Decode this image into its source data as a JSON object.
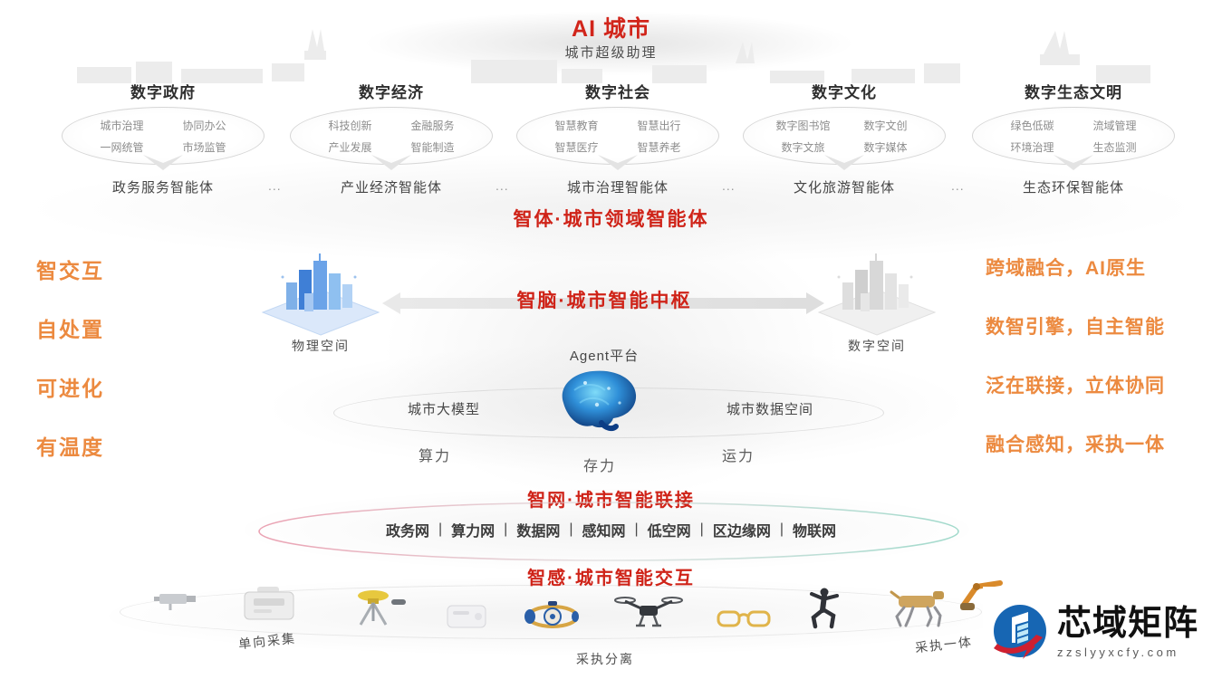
{
  "header": {
    "title": "AI 城市",
    "subtitle": "城市超级助理"
  },
  "domains": [
    {
      "title": "数字政府",
      "items": [
        "城市治理",
        "协同办公",
        "一网统管",
        "市场监管"
      ],
      "agent": "政务服务智能体"
    },
    {
      "title": "数字经济",
      "items": [
        "科技创新",
        "金融服务",
        "产业发展",
        "智能制造"
      ],
      "agent": "产业经济智能体"
    },
    {
      "title": "数字社会",
      "items": [
        "智慧教育",
        "智慧出行",
        "智慧医疗",
        "智慧养老"
      ],
      "agent": "城市治理智能体"
    },
    {
      "title": "数字文化",
      "items": [
        "数字图书馆",
        "数字文创",
        "数字文旅",
        "数字媒体"
      ],
      "agent": "文化旅游智能体"
    },
    {
      "title": "数字生态文明",
      "items": [
        "绿色低碳",
        "流域管理",
        "环境治理",
        "生态监测"
      ],
      "agent": "生态环保智能体"
    }
  ],
  "separators": {
    "dots": "...",
    "pipe": "|"
  },
  "sections": {
    "agents": "智体·城市领域智能体",
    "hub": "智脑·城市智能中枢",
    "network": "智网·城市智能联接",
    "interaction": "智感·城市智能交互"
  },
  "left_features": [
    "智交互",
    "自处置",
    "可进化",
    "有温度"
  ],
  "right_features": [
    "跨域融合，AI原生",
    "数智引擎，自主智能",
    "泛在联接，立体协同",
    "融合感知，采执一体"
  ],
  "hub": {
    "physical_space": "物理空间",
    "digital_space": "数字空间",
    "agent_platform": "Agent平台",
    "city_model": "城市大模型",
    "data_space": "城市数据空间",
    "powers": [
      "算力",
      "存力",
      "运力"
    ]
  },
  "networks": [
    "政务网",
    "算力网",
    "数据网",
    "感知网",
    "低空网",
    "区边缘网",
    "物联网"
  ],
  "device_groups": [
    {
      "label": "单向采集"
    },
    {
      "label": "采执分离"
    },
    {
      "label": "采执一体"
    }
  ],
  "icons": {
    "hub": [
      "physical-city-icon",
      "digital-city-icon",
      "ai-brain-icon"
    ],
    "devices": [
      "cctv-camera-icon",
      "data-collector-icon",
      "surveying-station-icon",
      "sensor-box-icon",
      "gyro-sensor-icon",
      "drone-icon",
      "smart-glasses-icon",
      "humanoid-robot-icon",
      "robot-dog-icon",
      "robotic-arm-icon"
    ]
  },
  "colors": {
    "title_red": "#cf2318",
    "feature_orange": "#ec8a40",
    "text_dark": "#3c3c3c",
    "text_gray": "#8d8d8d",
    "brain_blue": "#2f8fd8",
    "logo_blue": "#1766b3",
    "logo_red": "#cf2030"
  },
  "watermark": {
    "brand": "芯域矩阵",
    "domain": "zzslyyxcfy.com"
  }
}
